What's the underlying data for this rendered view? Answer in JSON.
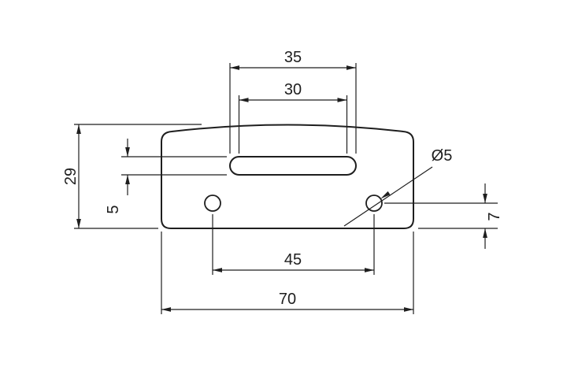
{
  "colors": {
    "ink": "#1e1e1e",
    "background": "#ffffff"
  },
  "drawing": {
    "labels": {
      "slot_outer_length": "35",
      "slot_inner_length": "30",
      "overall_height": "29",
      "slot_height": "5",
      "hole_diameter": "Ø5",
      "hole_to_bottom": "7",
      "hole_spacing": "45",
      "overall_width": "70"
    }
  }
}
